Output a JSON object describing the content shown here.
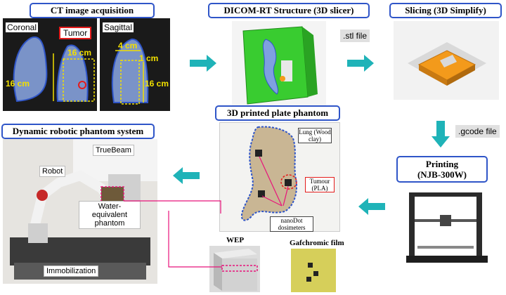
{
  "ct": {
    "title": "CT image acquisition",
    "coronal_label": "Coronal",
    "sagittal_label": "Sagittal",
    "tumor_label": "Tumor",
    "dim_16a": "16 cm",
    "dim_16b": "16 cm",
    "dim_4": "4 cm",
    "dim_1": "1 cm",
    "dim_16c": "16 cm"
  },
  "dicom": {
    "title": "DICOM-RT Structure (3D slicer)"
  },
  "stl_tag": ".stl file",
  "slicing": {
    "title": "Slicing (3D Simplify)"
  },
  "gcode_tag": ".gcode file",
  "printing": {
    "title_line1": "Printing",
    "title_line2": "(NJB-300W)"
  },
  "plate": {
    "title": "3D printed plate phantom",
    "lung_label": "Lung (Wood clay)",
    "tumour_label": "Tumour (PLA)",
    "nanodot_label": "nanoDot dosimeters"
  },
  "wep_label": "WEP",
  "gaf_label": "Gafchromic film",
  "robot_sys": {
    "title": "Dynamic robotic phantom system",
    "truebeam": "TrueBeam",
    "robot": "Robot",
    "water_phantom": "Water-equivalent phantom",
    "immobilization": "Immobilization"
  },
  "colors": {
    "accent": "#2f55c8",
    "arrow": "#1fb3b8",
    "pink": "#e8137a",
    "orange": "#f39a1b",
    "green": "#33cc33"
  }
}
